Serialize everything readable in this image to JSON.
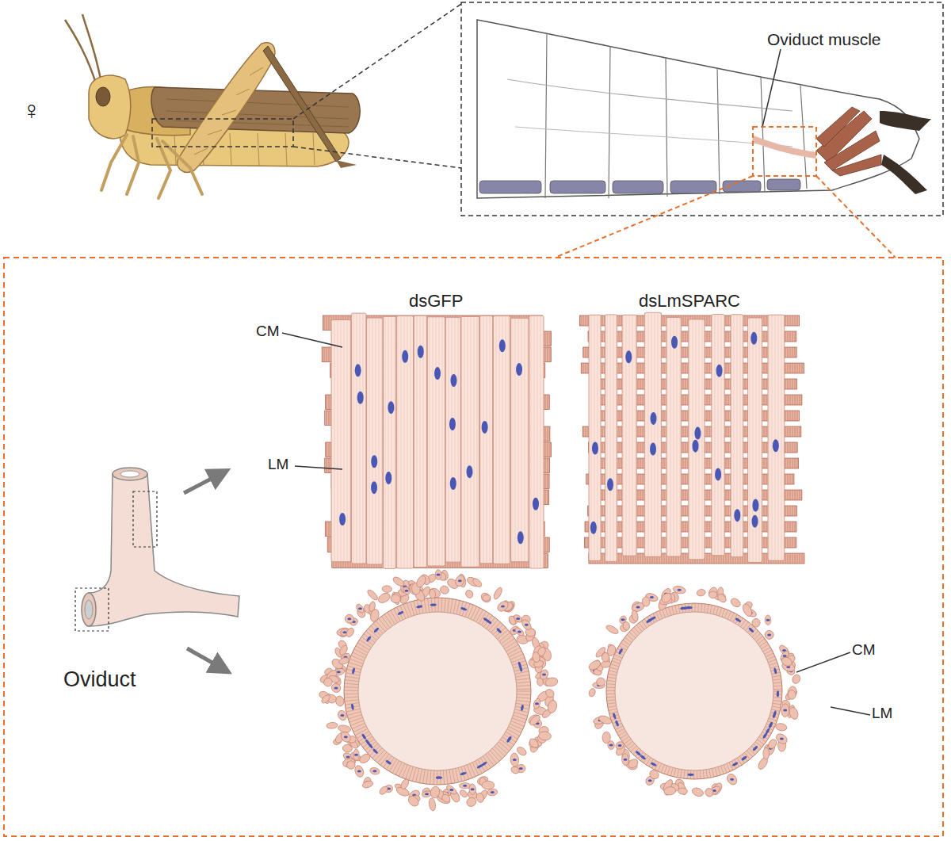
{
  "diagram": {
    "labels": [
      "♀",
      "Oviduct muscle",
      "dsGFP",
      "dsLmSPARC",
      "CM",
      "LM",
      "CM",
      "Oviduct",
      "LM"
    ]
  }
}
